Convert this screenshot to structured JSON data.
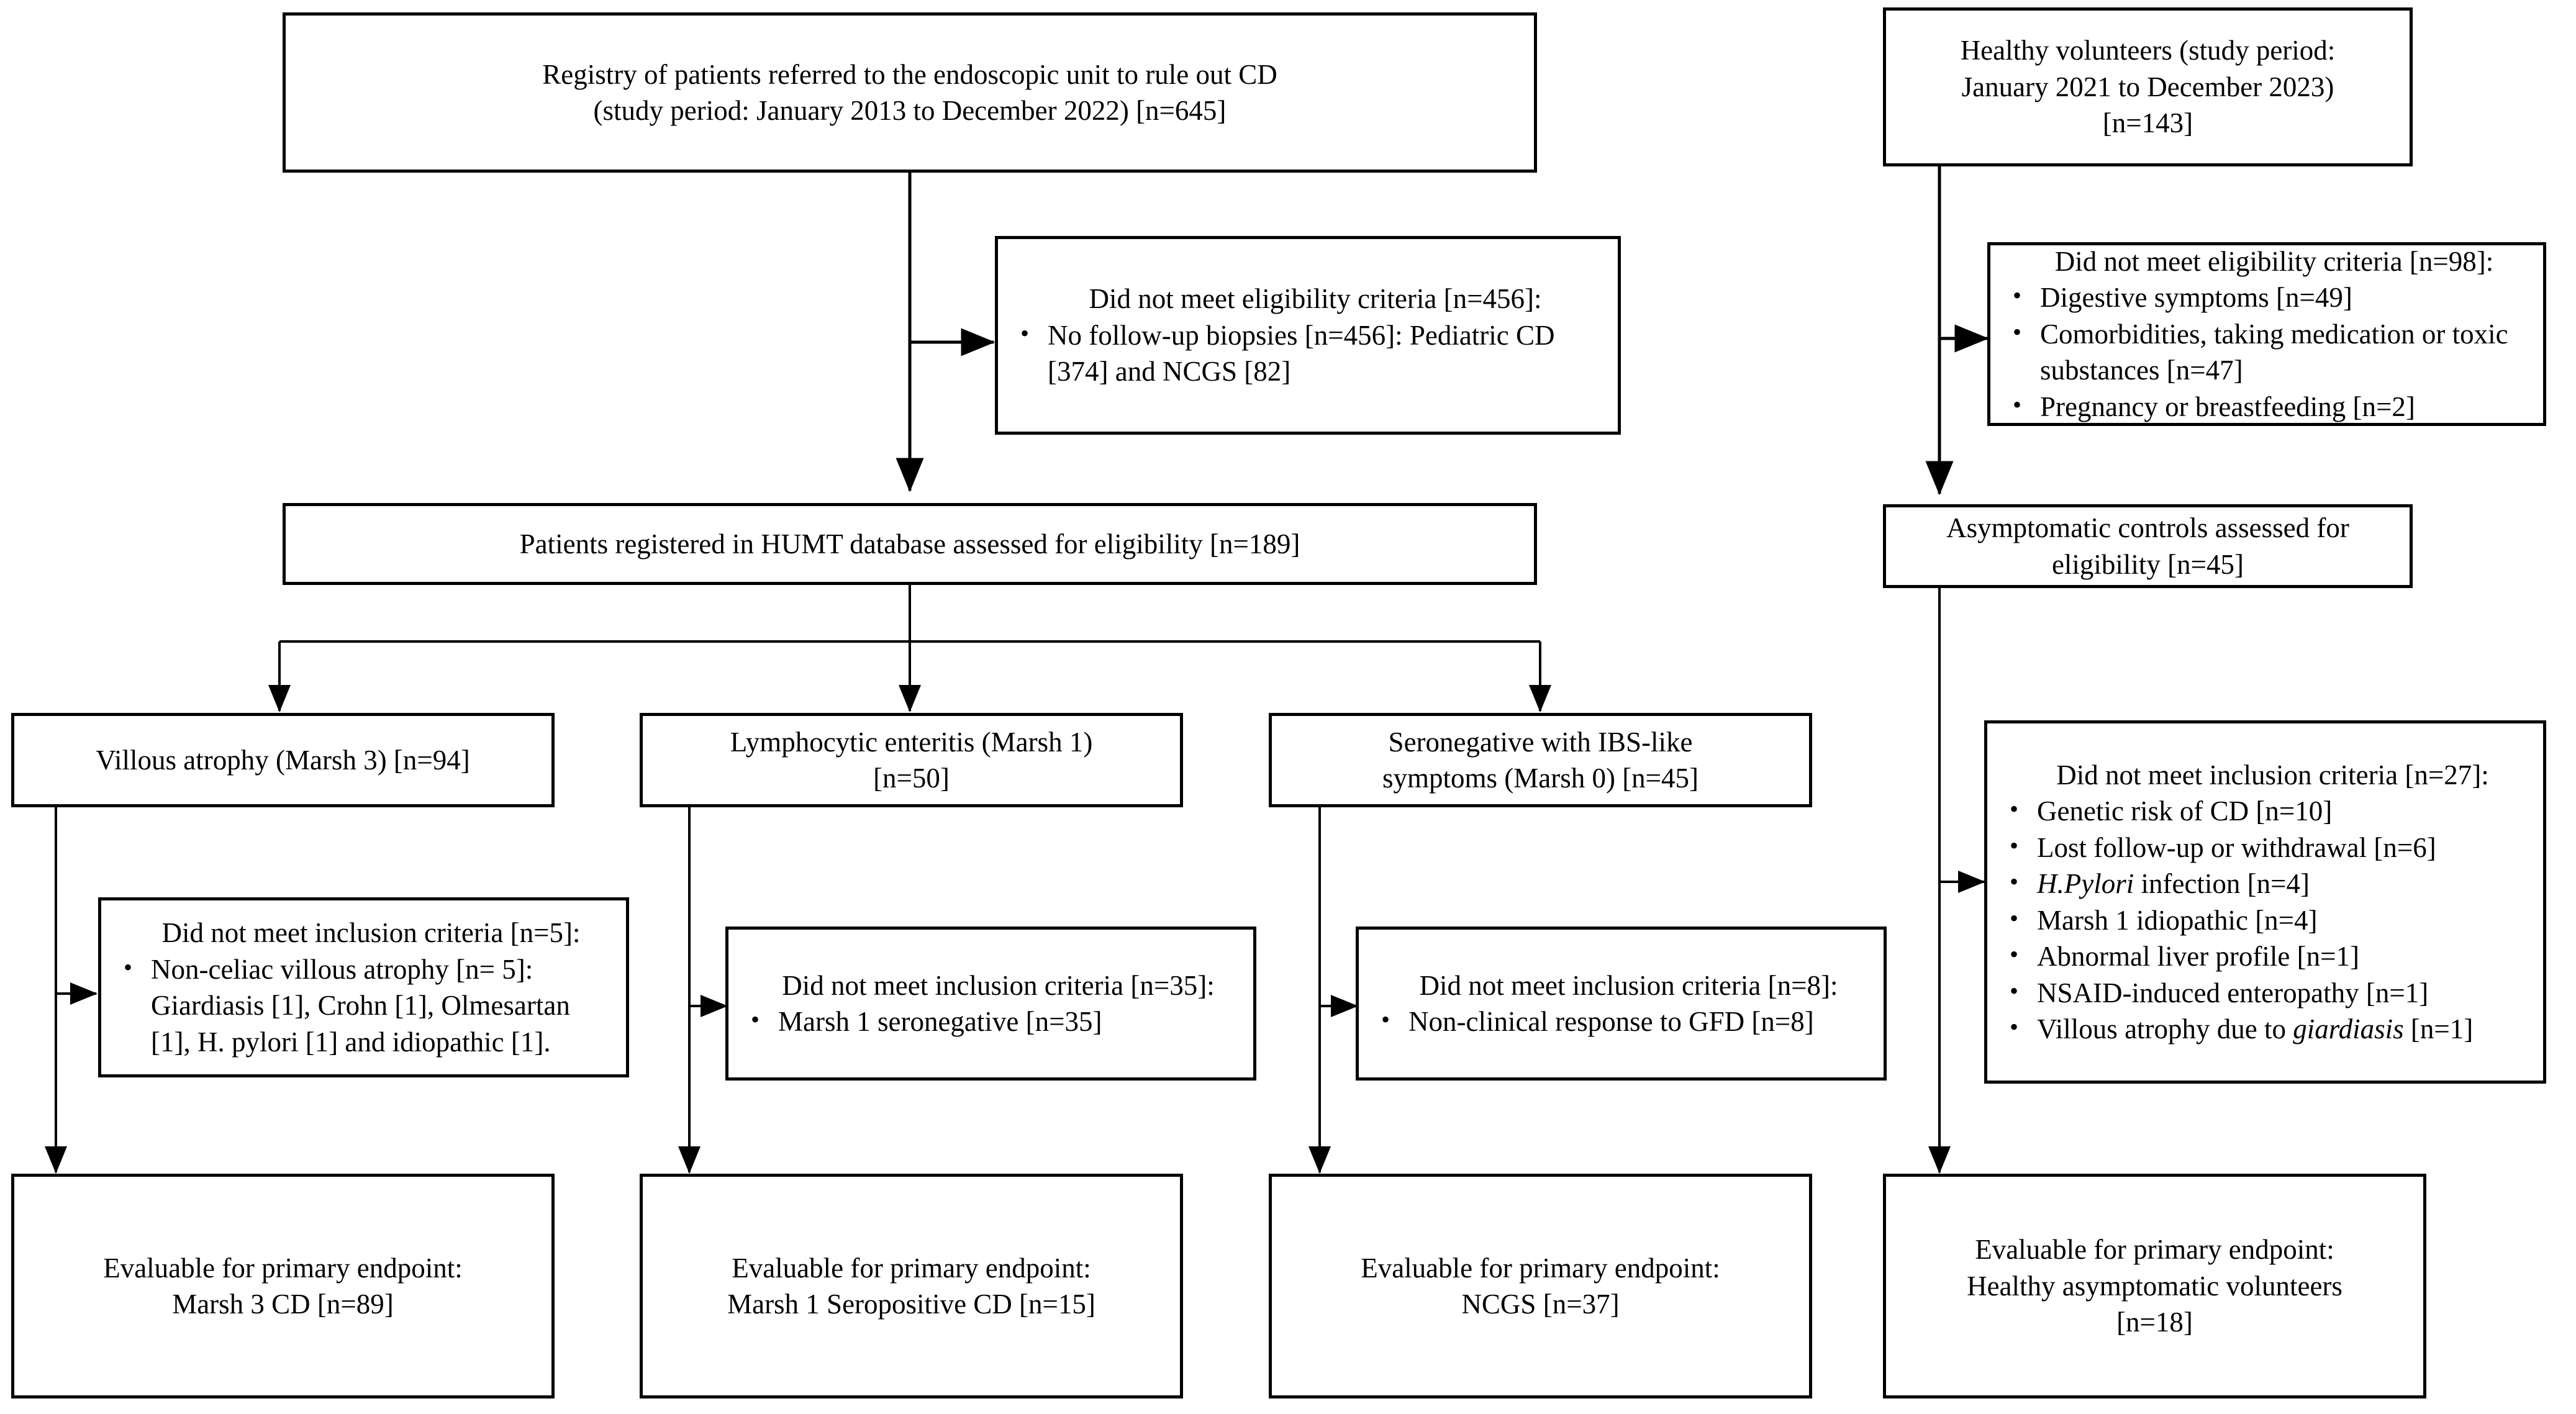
{
  "diagram": {
    "title": "Study participant flow diagram",
    "type": "flowchart",
    "stroke_color": "#000000",
    "background_color": "#ffffff"
  },
  "nodes": {
    "registry": {
      "label": "Registry of patients referred to the endoscopic unit to rule out CD\n(study period: January 2013 to December 2022) [n=645]"
    },
    "healthy_volunteers": {
      "label": "Healthy volunteers (study period:\nJanuary 2021 to December 2023)\n[n=143]"
    },
    "excluded_eligibility_patients": {
      "title": "Did not meet eligibility criteria [n=456]:",
      "items": [
        "No follow-up biopsies [n=456]: Pediatric CD [374] and NCGS [82]"
      ]
    },
    "excluded_eligibility_controls": {
      "title": "Did not meet eligibility criteria [n=98]:",
      "items": [
        "Digestive symptoms [n=49]",
        "Comorbidities, taking medication or toxic substances [n=47]",
        "Pregnancy or breastfeeding [n=2]"
      ]
    },
    "humt_database": {
      "label": "Patients registered in HUMT database assessed for eligibility [n=189]"
    },
    "asymptomatic_controls": {
      "label": "Asymptomatic controls assessed for\neligibility [n=45]"
    },
    "villous_atrophy": {
      "label": "Villous atrophy (Marsh 3) [n=94]"
    },
    "lymphocytic_enteritis": {
      "label": "Lymphocytic enteritis (Marsh 1)\n[n=50]"
    },
    "seronegative_ibs": {
      "label": "Seronegative with IBS-like\nsymptoms (Marsh 0)  [n=45]"
    },
    "excluded_inclusion_villous": {
      "title": "Did not meet inclusion criteria [n=5]:",
      "items": [
        "Non-celiac villous atrophy [n= 5]: Giardiasis [1], Crohn [1], Olmesartan [1], H. pylori [1] and idiopathic [1]."
      ]
    },
    "excluded_inclusion_lymphocytic": {
      "title": "Did not meet inclusion criteria [n=35]:",
      "items": [
        "Marsh 1 seronegative [n=35]"
      ]
    },
    "excluded_inclusion_seronegative": {
      "title": "Did not meet inclusion criteria [n=8]:",
      "items": [
        "Non-clinical response to GFD [n=8]"
      ]
    },
    "excluded_inclusion_controls": {
      "title": "Did not meet inclusion criteria [n=27]:",
      "items_html": [
        "Genetic risk of CD [n=10]",
        "Lost follow-up or withdrawal [n=6]",
        "<i>H.Pylori</i> infection [n=4]",
        "Marsh 1 idiopathic [n=4]",
        "Abnormal liver profile [n=1]",
        "NSAID-induced enteropathy [n=1]",
        "Villous atrophy due to <i>giardiasis</i> [n=1]"
      ]
    },
    "endpoint_marsh3": {
      "label": "Evaluable for primary endpoint:\nMarsh 3 CD [n=89]"
    },
    "endpoint_marsh1": {
      "label": "Evaluable for primary endpoint:\nMarsh 1 Seropositive CD [n=15]"
    },
    "endpoint_ncgs": {
      "label": "Evaluable for primary endpoint:\nNCGS [n=37]"
    },
    "endpoint_healthy": {
      "label": "Evaluable for primary endpoint:\nHealthy asymptomatic volunteers\n[n=18]"
    }
  },
  "counts": {
    "registry": 645,
    "healthy_volunteers": 143,
    "excluded_eligibility_patients": 456,
    "excluded_eligibility_controls": 98,
    "humt_database": 189,
    "asymptomatic_controls": 45,
    "villous_atrophy": 94,
    "lymphocytic_enteritis": 50,
    "seronegative_ibs": 45,
    "excluded_inclusion_villous": 5,
    "excluded_inclusion_lymphocytic": 35,
    "excluded_inclusion_seronegative": 8,
    "excluded_inclusion_controls": 27,
    "endpoint_marsh3": 89,
    "endpoint_marsh1": 15,
    "endpoint_ncgs": 37,
    "endpoint_healthy": 18
  }
}
